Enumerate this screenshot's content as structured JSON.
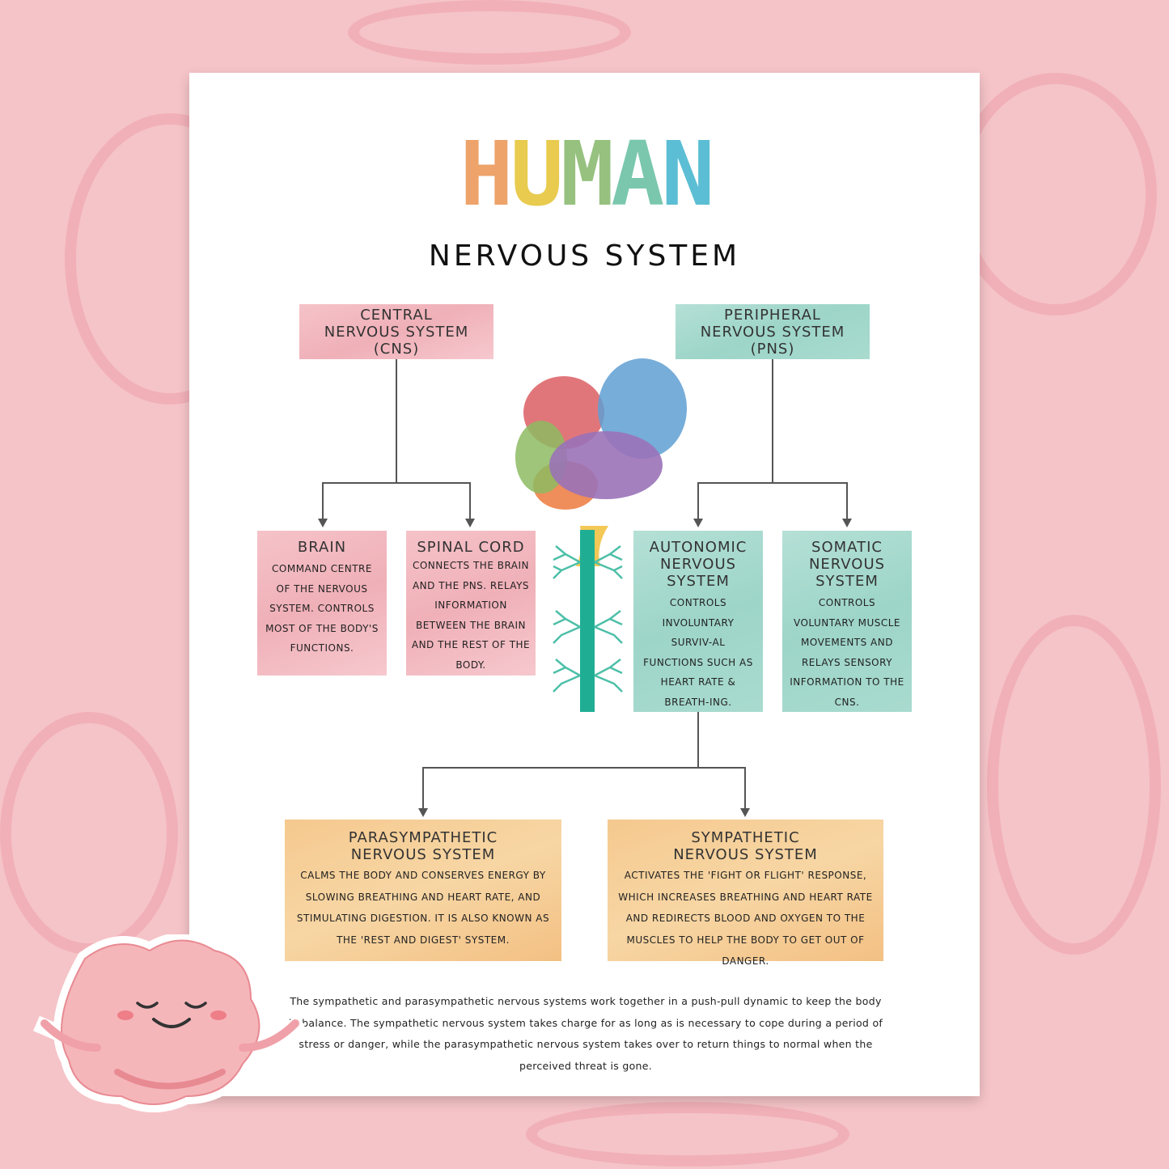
{
  "title": {
    "letters": [
      "H",
      "U",
      "M",
      "A",
      "N"
    ],
    "letter_colors": [
      "#ec9a5a",
      "#e6c63c",
      "#8bbb72",
      "#6cc2a6",
      "#4bb8d0"
    ],
    "subtitle": "NERVOUS SYSTEM"
  },
  "cns": {
    "title": "CENTRAL NERVOUS SYSTEM (CNS)",
    "color": "#f2b8c0"
  },
  "pns": {
    "title": "PERIPHERAL NERVOUS SYSTEM (PNS)",
    "color": "#b4e0d6"
  },
  "brain": {
    "title": "BRAIN",
    "text": "Command centre of the nervous system. Controls most of the body's functions."
  },
  "spinal_cord": {
    "title": "SPINAL CORD",
    "text": "Connects the brain and the PNS. Relays information between the brain and the rest of the body."
  },
  "autonomic": {
    "title": "AUTONOMIC NERVOUS SYSTEM",
    "text": "Controls involuntary surviv-al functions such as heart rate & breath-ing."
  },
  "somatic": {
    "title": "SOMATIC NERVOUS SYSTEM",
    "text": "Controls voluntary muscle movements and relays sensory information to the CNS."
  },
  "parasympathetic": {
    "title": "PARASYMPATHETIC NERVOUS SYSTEM",
    "text": "Calms the body and conserves energy by slowing breathing and heart rate, and stimulating digestion. It is also known as the 'rest and digest' system.",
    "color": "#f5c98f"
  },
  "sympathetic": {
    "title": "SYMPATHETIC NERVOUS SYSTEM",
    "text": "Activates the 'fight or flight' response, which increases breathing and heart rate and redirects blood and oxygen to the muscles to help the body to get out of danger."
  },
  "footer": "The sympathetic and parasympathetic nervous systems work together in a push-pull dynamic to keep the body in balance. The sympathetic nervous system takes charge for as long as is necessary to cope during a period of stress or danger, while the parasympathetic nervous system takes over to return things to normal when the perceived threat is gone.",
  "colors": {
    "background": "#f5c4c8",
    "spinal_cord": "#1fae93"
  }
}
